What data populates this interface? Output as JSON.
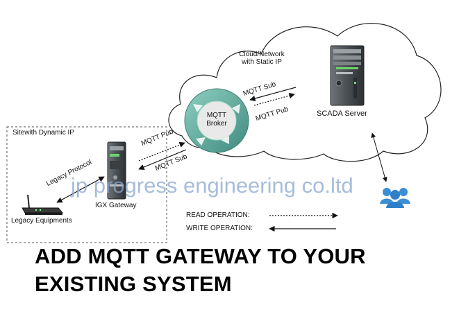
{
  "diagram": {
    "cloud_label_line1": "Cloud/Network",
    "cloud_label_line2": "with Static IP",
    "server_label": "SCADA Server",
    "broker_label_line1": "MQTT",
    "broker_label_line2": "Broker",
    "site_label": "Sitewith Dynamic IP",
    "gateway_label": "IGX Gateway",
    "legacy_label": "Legacy Equipments",
    "legacy_protocol_label": "Legacy Protocol",
    "broker_server_sub": "MQTT Sub",
    "broker_server_pub": "MQTT Pub",
    "gateway_broker_pub": "MQTT Pub",
    "gateway_broker_sub": "MQTT Sub",
    "legend_read": "READ OPERATION:",
    "legend_write": "WRITE OPERATION:"
  },
  "watermark": "jp progress engineering co.ltd",
  "headline_line1": "ADD MQTT GATEWAY TO YOUR",
  "headline_line2": "EXISTING SYSTEM",
  "colors": {
    "broker_ring": "#5fa89c",
    "broker_center": "#e9e9e9",
    "users_icon": "#2f7fc8",
    "watermark": "#8aa6cf"
  }
}
